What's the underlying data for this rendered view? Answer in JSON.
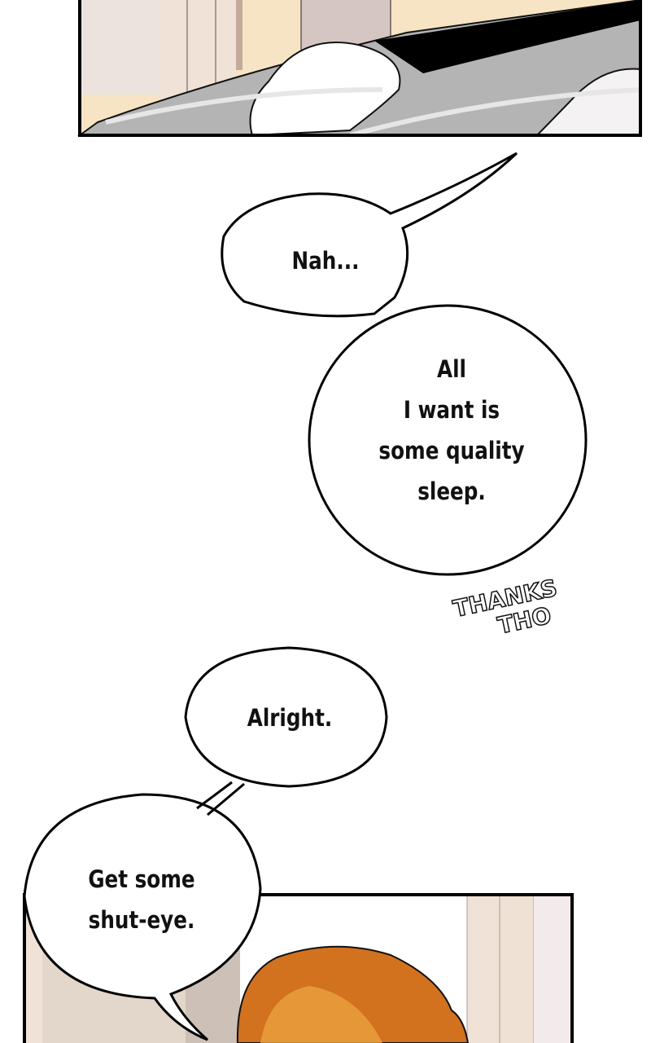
{
  "bubbles": {
    "nah": "Nah...",
    "want": [
      "All",
      "I want is",
      "some quality",
      "sleep."
    ],
    "alright": "Alright.",
    "shuteye": [
      "Get some",
      "shut-eye."
    ]
  },
  "sfx": [
    "THANKS",
    "THO"
  ],
  "colors": {
    "hair": "#d2711e",
    "blanket": "#b4b4b4",
    "wall": "#f0e2d6",
    "floor": "#f6e4c4"
  }
}
